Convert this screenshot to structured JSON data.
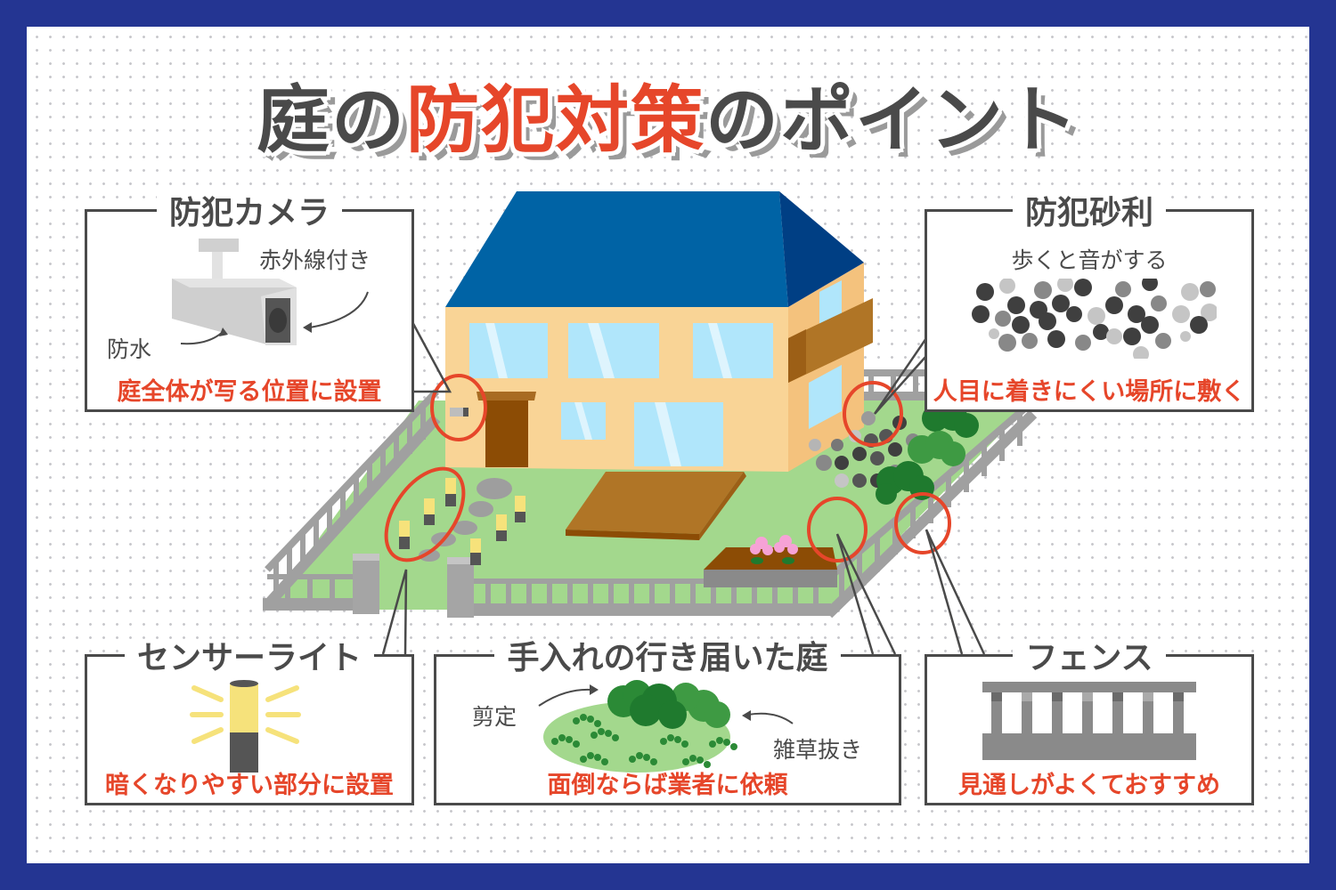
{
  "title": {
    "part1": "庭の",
    "accent": "防犯対策",
    "part2": "のポイント"
  },
  "colors": {
    "border": "#243592",
    "accent": "#e6462a",
    "text": "#4a4a4a",
    "roof": "#0063a5",
    "roof_dark": "#003f84",
    "wall": "#f9d496",
    "lawn": "#a3d88d",
    "fence": "#a0a0a0"
  },
  "cards": {
    "camera": {
      "title": "防犯カメラ",
      "note_infrared": "赤外線付き",
      "note_waterproof": "防水",
      "highlight": "庭全体が写る位置に設置"
    },
    "gravel": {
      "title": "防犯砂利",
      "note": "歩くと音がする",
      "highlight": "人目に着きにくい場所に敷く"
    },
    "light": {
      "title": "センサーライト",
      "highlight": "暗くなりやすい部分に設置"
    },
    "garden": {
      "title": "手入れの行き届いた庭",
      "note_prune": "剪定",
      "note_weed": "雑草抜き",
      "highlight": "面倒ならば業者に依頼"
    },
    "fence": {
      "title": "フェンス",
      "highlight": "見通しがよくておすすめ"
    }
  }
}
